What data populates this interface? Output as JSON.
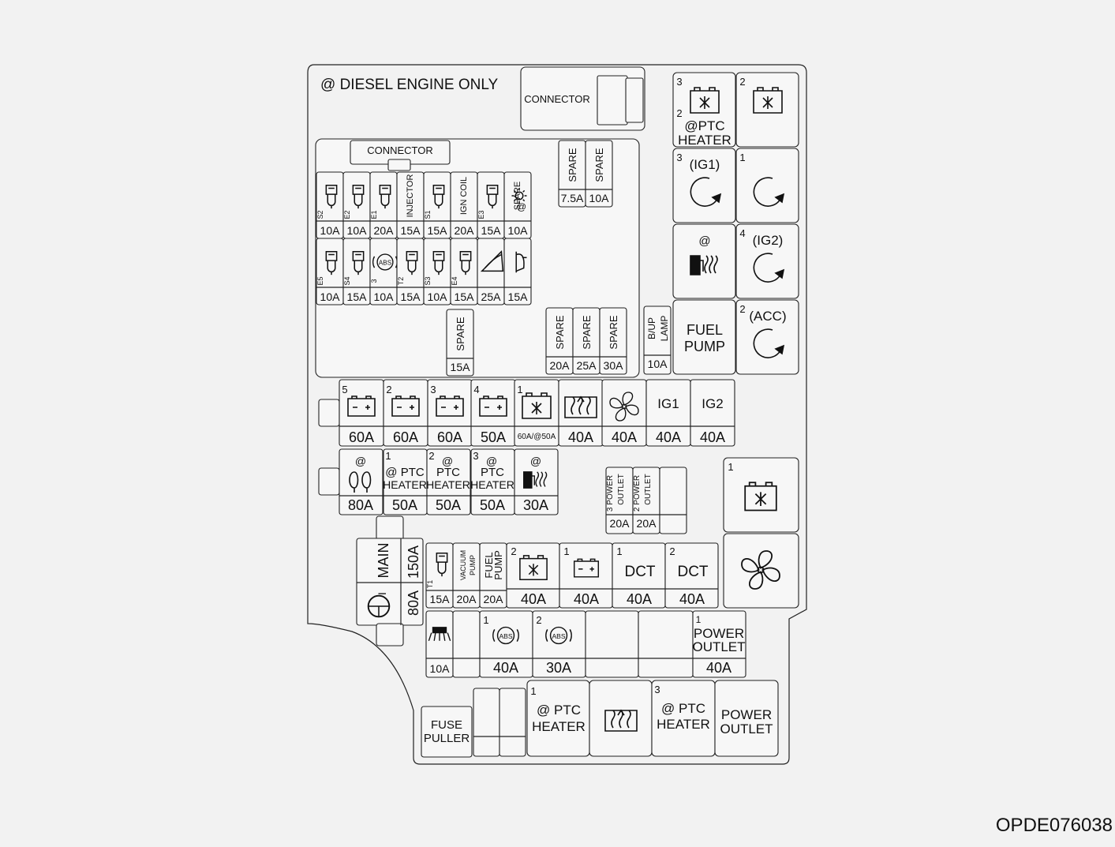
{
  "header": {
    "note": "@ DIESEL ENGINE ONLY",
    "connector_top": "CONNECTOR",
    "connector_inner": "CONNECTOR",
    "footer_code": "OPDE076038"
  },
  "relays_right": [
    {
      "id": "r1",
      "num": "3",
      "sub": "2",
      "label1": "@PTC",
      "label2": "HEATER",
      "icon": "fan-relay-icon"
    },
    {
      "id": "r2",
      "num": "2",
      "icon": "fan-relay-icon"
    },
    {
      "id": "r3",
      "num": "3",
      "label1": "(IG1)",
      "icon": "ignition-arrow-icon"
    },
    {
      "id": "r4",
      "num": "1",
      "icon": "ignition-arrow-icon"
    },
    {
      "id": "r5",
      "num": "",
      "label1": "@",
      "icon": "fuel-heater-icon"
    },
    {
      "id": "r6",
      "num": "4",
      "label1": "(IG2)",
      "icon": "ignition-arrow-icon"
    },
    {
      "id": "r7",
      "label1": "FUEL",
      "label2": "PUMP"
    },
    {
      "id": "r8",
      "num": "2",
      "label1": "(ACC)",
      "icon": "ignition-arrow-icon"
    }
  ],
  "mini_row1": [
    {
      "code": "S2",
      "amp": "10A",
      "icon": "injector-icon"
    },
    {
      "code": "E2",
      "amp": "10A",
      "icon": "injector-icon"
    },
    {
      "code": "E1",
      "amp": "20A",
      "icon": "injector-icon"
    },
    {
      "code": "INJECTOR",
      "amp": "15A"
    },
    {
      "code": "S1",
      "amp": "15A",
      "icon": "injector-icon"
    },
    {
      "code": "IGN COIL",
      "amp": "20A"
    },
    {
      "code": "E3",
      "amp": "15A",
      "icon": "injector-icon"
    },
    {
      "code": "SPARE",
      "sub": "@",
      "amp": "10A",
      "icon": "sun-icon"
    }
  ],
  "mini_row2": [
    {
      "code": "E5",
      "amp": "10A",
      "icon": "injector-icon"
    },
    {
      "code": "S4",
      "amp": "15A",
      "icon": "injector-icon"
    },
    {
      "code": "3",
      "amp": "10A",
      "icon": "abs-icon"
    },
    {
      "code": "T2",
      "amp": "15A",
      "icon": "injector-icon"
    },
    {
      "code": "S3",
      "amp": "10A",
      "icon": "injector-icon"
    },
    {
      "code": "E4",
      "amp": "15A",
      "icon": "injector-icon"
    },
    {
      "code": "",
      "amp": "25A",
      "icon": "wiper-icon"
    },
    {
      "code": "",
      "amp": "15A",
      "icon": "horn-icon"
    }
  ],
  "spare_top": [
    {
      "label": "SPARE",
      "amp": "7.5A"
    },
    {
      "label": "SPARE",
      "amp": "10A"
    }
  ],
  "spare_mid": [
    {
      "label": "SPARE",
      "amp": "15A"
    }
  ],
  "spare_mid2": [
    {
      "label": "SPARE",
      "amp": "20A"
    },
    {
      "label": "SPARE",
      "amp": "25A"
    },
    {
      "label": "SPARE",
      "amp": "30A"
    }
  ],
  "bup": {
    "label1": "B/UP",
    "label2": "LAMP",
    "amp": "10A"
  },
  "multi_row1": [
    {
      "num": "5",
      "amp": "60A",
      "icon": "battery-icon"
    },
    {
      "num": "2",
      "amp": "60A",
      "icon": "battery-icon"
    },
    {
      "num": "3",
      "amp": "60A",
      "icon": "battery-icon"
    },
    {
      "num": "4",
      "amp": "50A",
      "icon": "battery-icon"
    },
    {
      "num": "1",
      "amp": "60A/@50A",
      "icon": "fan-relay-icon"
    },
    {
      "num": "",
      "amp": "40A",
      "icon": "rear-defrost-icon"
    },
    {
      "num": "",
      "amp": "40A",
      "icon": "blower-fan-icon"
    },
    {
      "num": "",
      "label": "IG1",
      "amp": "40A"
    },
    {
      "num": "",
      "label": "IG2",
      "amp": "40A"
    }
  ],
  "multi_row2": [
    {
      "num": "",
      "top": "@",
      "amp": "80A",
      "icon": "glow-plug-icon"
    },
    {
      "num": "1",
      "label1": "@ PTC",
      "label2": "HEATER",
      "amp": "50A"
    },
    {
      "num": "2",
      "top": "@",
      "label1": "PTC",
      "label2": "HEATER",
      "amp": "50A"
    },
    {
      "num": "3",
      "top": "@",
      "label1": "PTC",
      "label2": "HEATER",
      "amp": "50A"
    },
    {
      "num": "",
      "top": "@",
      "amp": "30A",
      "icon": "fuel-heater-icon"
    }
  ],
  "power_outlet_small": [
    {
      "num": "3",
      "label1": "POWER",
      "label2": "OUTLET",
      "amp": "20A"
    },
    {
      "num": "2",
      "label1": "POWER",
      "label2": "OUTLET",
      "amp": "20A"
    }
  ],
  "main_fuse": {
    "label": "MAIN",
    "amp1": "150A",
    "amp2": "80A"
  },
  "row3_small": [
    {
      "code": "T1",
      "amp": "15A",
      "icon": "injector-icon"
    },
    {
      "label1": "VACUUM",
      "label2": "PUMP",
      "amp": "20A"
    },
    {
      "label1": "FUEL",
      "label2": "PUMP",
      "amp": "20A"
    }
  ],
  "row3_large": [
    {
      "num": "2",
      "amp": "40A",
      "icon": "fan-relay-icon"
    },
    {
      "num": "1",
      "amp": "40A",
      "icon": "battery-icon"
    },
    {
      "num": "1",
      "label": "DCT",
      "amp": "40A"
    },
    {
      "num": "2",
      "label": "DCT",
      "amp": "40A"
    }
  ],
  "row4": [
    {
      "amp": "10A",
      "icon": "washer-icon"
    },
    {
      "num": "1",
      "amp": "40A",
      "icon": "abs-icon"
    },
    {
      "num": "2",
      "amp": "30A",
      "icon": "abs-icon"
    },
    {
      "num": "1",
      "label1": "POWER",
      "label2": "OUTLET",
      "amp": "40A"
    }
  ],
  "bottom_relays": [
    {
      "label1": "FUSE",
      "label2": "PULLER"
    },
    {
      "num": "1",
      "label1": "@ PTC",
      "label2": "HEATER"
    },
    {
      "icon": "rear-defrost-icon"
    },
    {
      "num": "3",
      "label1": "@ PTC",
      "label2": "HEATER"
    },
    {
      "label1": "POWER",
      "label2": "OUTLET"
    }
  ],
  "right_lower": [
    {
      "num": "1",
      "icon": "fan-relay-icon"
    },
    {
      "icon": "blower-fan-icon"
    }
  ]
}
